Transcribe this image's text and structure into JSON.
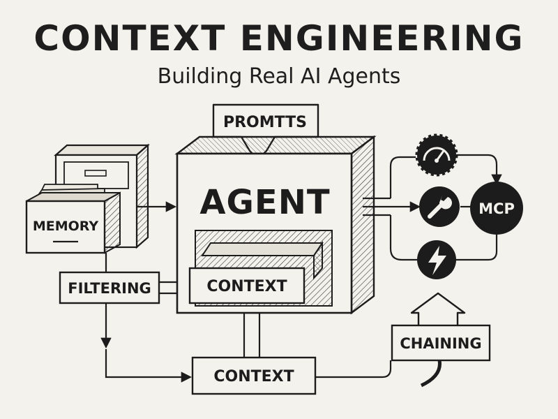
{
  "header": {
    "title": "CONTEXT ENGINEERING",
    "subtitle": "Building Real AI Agents"
  },
  "nodes": {
    "prompts": "PROMTTS",
    "agent": "AGENT",
    "memory": "MEMORY",
    "filtering": "FILTERING",
    "context_inner": "CONTEXT",
    "context_bottom": "CONTEXT",
    "chaining": "CHAINING",
    "mcp": "MCP"
  },
  "icons": [
    "gauge-icon",
    "wrench-icon",
    "lightning-icon"
  ],
  "colors": {
    "background": "#f4f2ec",
    "ink": "#1c1c1c",
    "icon_fill": "#1c1c1c",
    "icon_glyph": "#f4f2ec"
  }
}
